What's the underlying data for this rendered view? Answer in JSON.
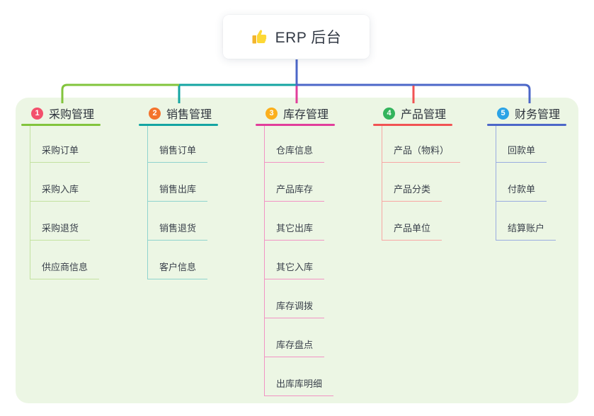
{
  "root": {
    "label": "ERP 后台",
    "icon": "thumbs-up-icon",
    "icon_color": "#fdd835",
    "line_color": "#4c67c8"
  },
  "panel": {
    "background": "#ecf6e4"
  },
  "branches": [
    {
      "num": "1",
      "title": "采购管理",
      "badge_color": "#f3506c",
      "color": "#82c43c",
      "light_color": "#c3e2a0",
      "children": [
        "采购订单",
        "采购入库",
        "采购退货",
        "供应商信息"
      ]
    },
    {
      "num": "2",
      "title": "销售管理",
      "badge_color": "#f4732c",
      "color": "#14a5a2",
      "light_color": "#8fd3ce",
      "children": [
        "销售订单",
        "销售出库",
        "销售退货",
        "客户信息"
      ]
    },
    {
      "num": "3",
      "title": "库存管理",
      "badge_color": "#fbaf1c",
      "color": "#e13e9b",
      "light_color": "#f293c4",
      "children": [
        "仓库信息",
        "产品库存",
        "其它出库",
        "其它入库",
        "库存调拨",
        "库存盘点",
        "出库库明细"
      ]
    },
    {
      "num": "4",
      "title": "产品管理",
      "badge_color": "#33b45c",
      "color": "#f15353",
      "light_color": "#f8a7a4",
      "children": [
        "产品（物料）",
        "产品分类",
        "产品单位"
      ]
    },
    {
      "num": "5",
      "title": "财务管理",
      "badge_color": "#2ba3e6",
      "color": "#4c67c8",
      "light_color": "#9aace0",
      "children": [
        "回款单",
        "付款单",
        "结算账户"
      ]
    }
  ]
}
